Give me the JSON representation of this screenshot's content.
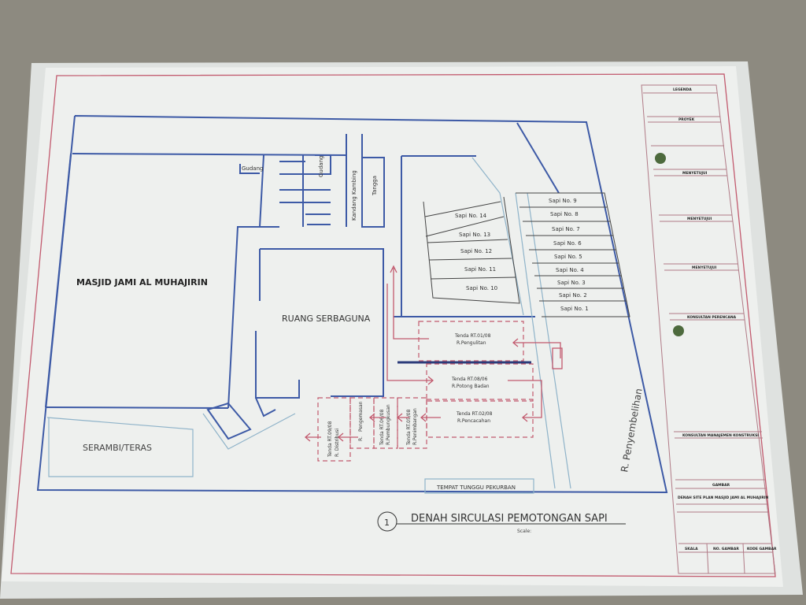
{
  "drawing": {
    "title": "DENAH SIRCULASI PEMOTONGAN SAPI",
    "number": "1",
    "scale_label": "Scale:",
    "rooms": {
      "masjid": "MASJID JAMI AL MUHAJIRIN",
      "serbaguna": "RUANG SERBAGUNA",
      "serambi": "SERAMBI/TERAS",
      "gudang_1": "Gudang",
      "gudang_2": "Gudang",
      "kandang": "Kandang Kambing",
      "tangga": "Tangga",
      "penyembelihan": "R. Penyembelihan",
      "tunggu": "TEMPAT TUNGGU PEKURBAN"
    },
    "sapi_left": [
      "Sapi No. 14",
      "Sapi No. 13",
      "Sapi No. 12",
      "Sapi No. 11",
      "Sapi No. 10"
    ],
    "sapi_right": [
      "Sapi No. 9",
      "Sapi No. 8",
      "Sapi No. 7",
      "Sapi No. 6",
      "Sapi No. 5",
      "Sapi No. 4",
      "Sapi No. 3",
      "Sapi No. 2",
      "Sapi No. 1"
    ],
    "tents": {
      "t1_a": "Tenda RT.01/08",
      "t1_b": "R.Pengulitan",
      "t2_a": "Tenda RT.08/06",
      "t2_b": "R.Potong Badan",
      "t3_a": "Tenda RT.02/08",
      "t3_b": "R.Pencacahan",
      "t4_a": "Tenda RT.05/08",
      "t4_b": "R.Penimbangan",
      "t5_a": "Tenda RT.06/08",
      "t5_b": "R.Pembungkusan",
      "t6_a": "R.",
      "t6_b": "Pengemasan",
      "t7_a": "Tenda RT.09/08",
      "t7_b": "R. Distribusi"
    }
  },
  "title_block": {
    "legenda": "LEGENDA",
    "proyek": "PROYEK",
    "menyetujui_1": "MENYETUJUI",
    "menyetujui_2": "MENYETUJUI",
    "menyetujui_3": "MENYETUJUI",
    "konsultan_perencana": "KONSULTAN PERENCANA",
    "konsultan_mk": "KONSULTAN MANAJEMEN KONSTRUKSI",
    "gambar": "GAMBAR",
    "gambar_value": "DENAH SITE PLAN MASJID JAMI AL MUHAJIRIN",
    "skala": "SKALA",
    "no_gambar": "NO. GAMBAR",
    "kode_gambar": "KODE GAMBAR"
  },
  "colors": {
    "wall": "#3d5aa6",
    "flow": "#c25a6e",
    "paper": "#eef0ee"
  }
}
